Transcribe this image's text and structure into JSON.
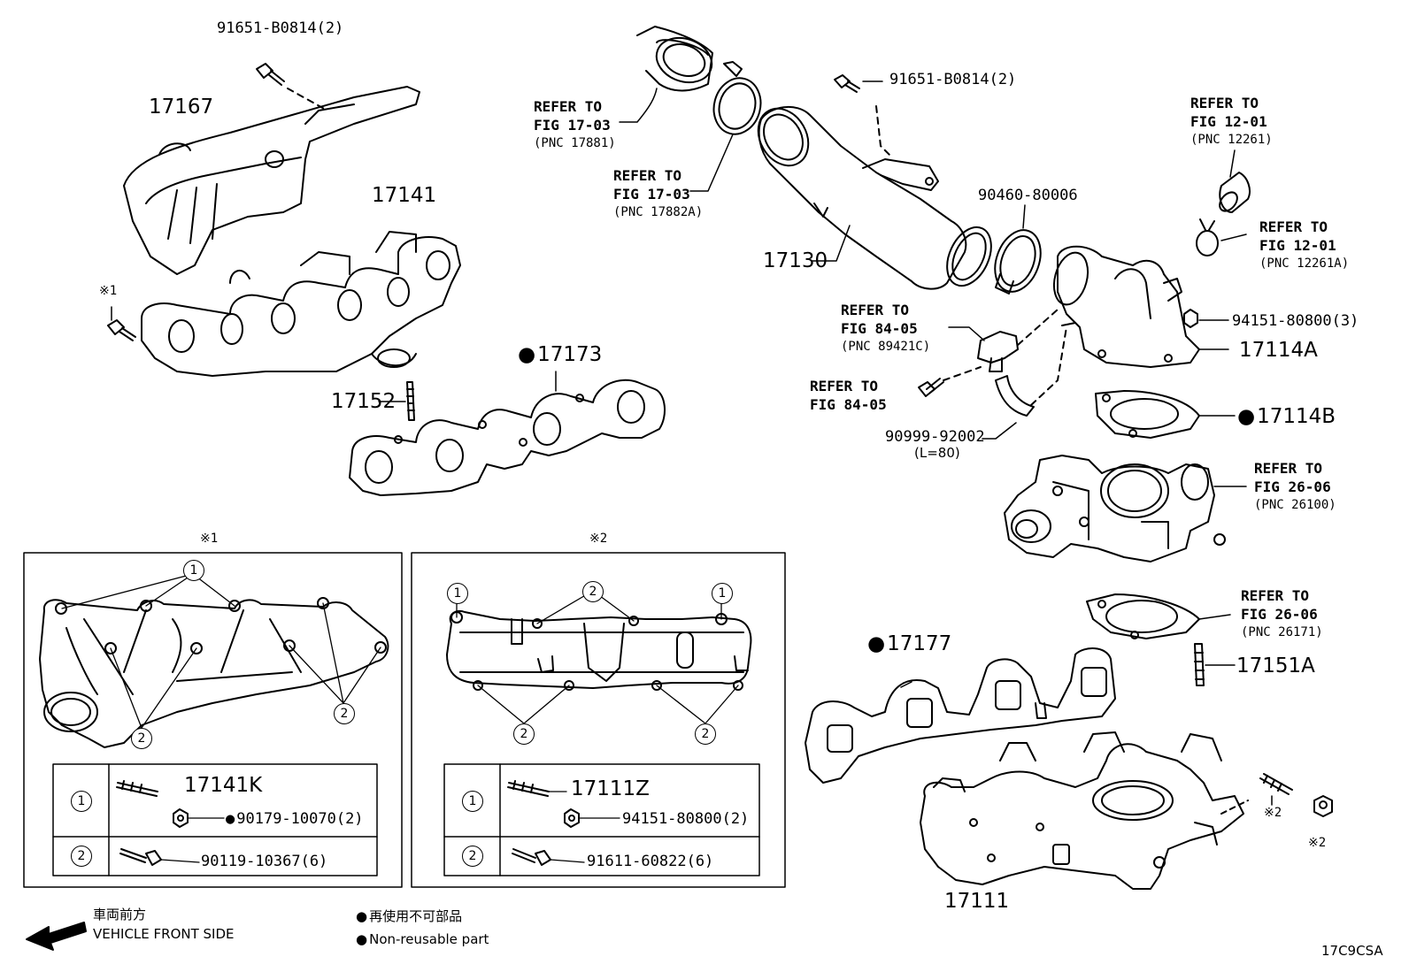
{
  "parts": {
    "p91651_top_left": "91651-B0814(2)",
    "p17167": "17167",
    "p17141": "17141",
    "p_ref1_mark": "※1",
    "p17152": "17152",
    "p17173": "17173",
    "p91651_top_right": "91651-B0814(2)",
    "p90460": "90460-80006",
    "p17130": "17130",
    "p94151": "94151-80800(3)",
    "p17114A": "17114A",
    "p17114B": "17114B",
    "p90999": "90999-92002",
    "p90999_len": "(L=80)",
    "p17177": "17177",
    "p17151A": "17151A",
    "p17111": "17111",
    "p_ref2_mark_a": "※2",
    "p_ref2_mark_b": "※2"
  },
  "refs": {
    "r1": {
      "l1": "REFER TO",
      "l2": "FIG 17-03",
      "l3": "(PNC 17881)"
    },
    "r2": {
      "l1": "REFER TO",
      "l2": "FIG 17-03",
      "l3": "(PNC 17882A)"
    },
    "r3": {
      "l1": "REFER TO",
      "l2": "FIG 12-01",
      "l3": "(PNC 12261)"
    },
    "r4": {
      "l1": "REFER TO",
      "l2": "FIG 12-01",
      "l3": "(PNC 12261A)"
    },
    "r5": {
      "l1": "REFER TO",
      "l2": "FIG 84-05",
      "l3": "(PNC 89421C)"
    },
    "r6": {
      "l1": "REFER TO",
      "l2": "FIG 84-05"
    },
    "r7": {
      "l1": "REFER TO",
      "l2": "FIG 26-06",
      "l3": "(PNC 26100)"
    },
    "r8": {
      "l1": "REFER TO",
      "l2": "FIG 26-06",
      "l3": "(PNC 26171)"
    }
  },
  "detail1": {
    "title": "※1",
    "n1": "1",
    "n2": "2",
    "row1_part_a": "17141K",
    "row1_part_b": "90179-10070(2)",
    "row2_part": "90119-10367(6)"
  },
  "detail2": {
    "title": "※2",
    "n1": "1",
    "n2": "2",
    "row1_part_a": "17111Z",
    "row1_part_b": "94151-80800(2)",
    "row2_part": "91611-60822(6)"
  },
  "legend": {
    "front_jp": "車両前方",
    "front_en": "VEHICLE FRONT SIDE",
    "nonreuse_jp": "再使用不可部品",
    "nonreuse_en": "Non-reusable part"
  },
  "figure_code": "17C9CSA"
}
